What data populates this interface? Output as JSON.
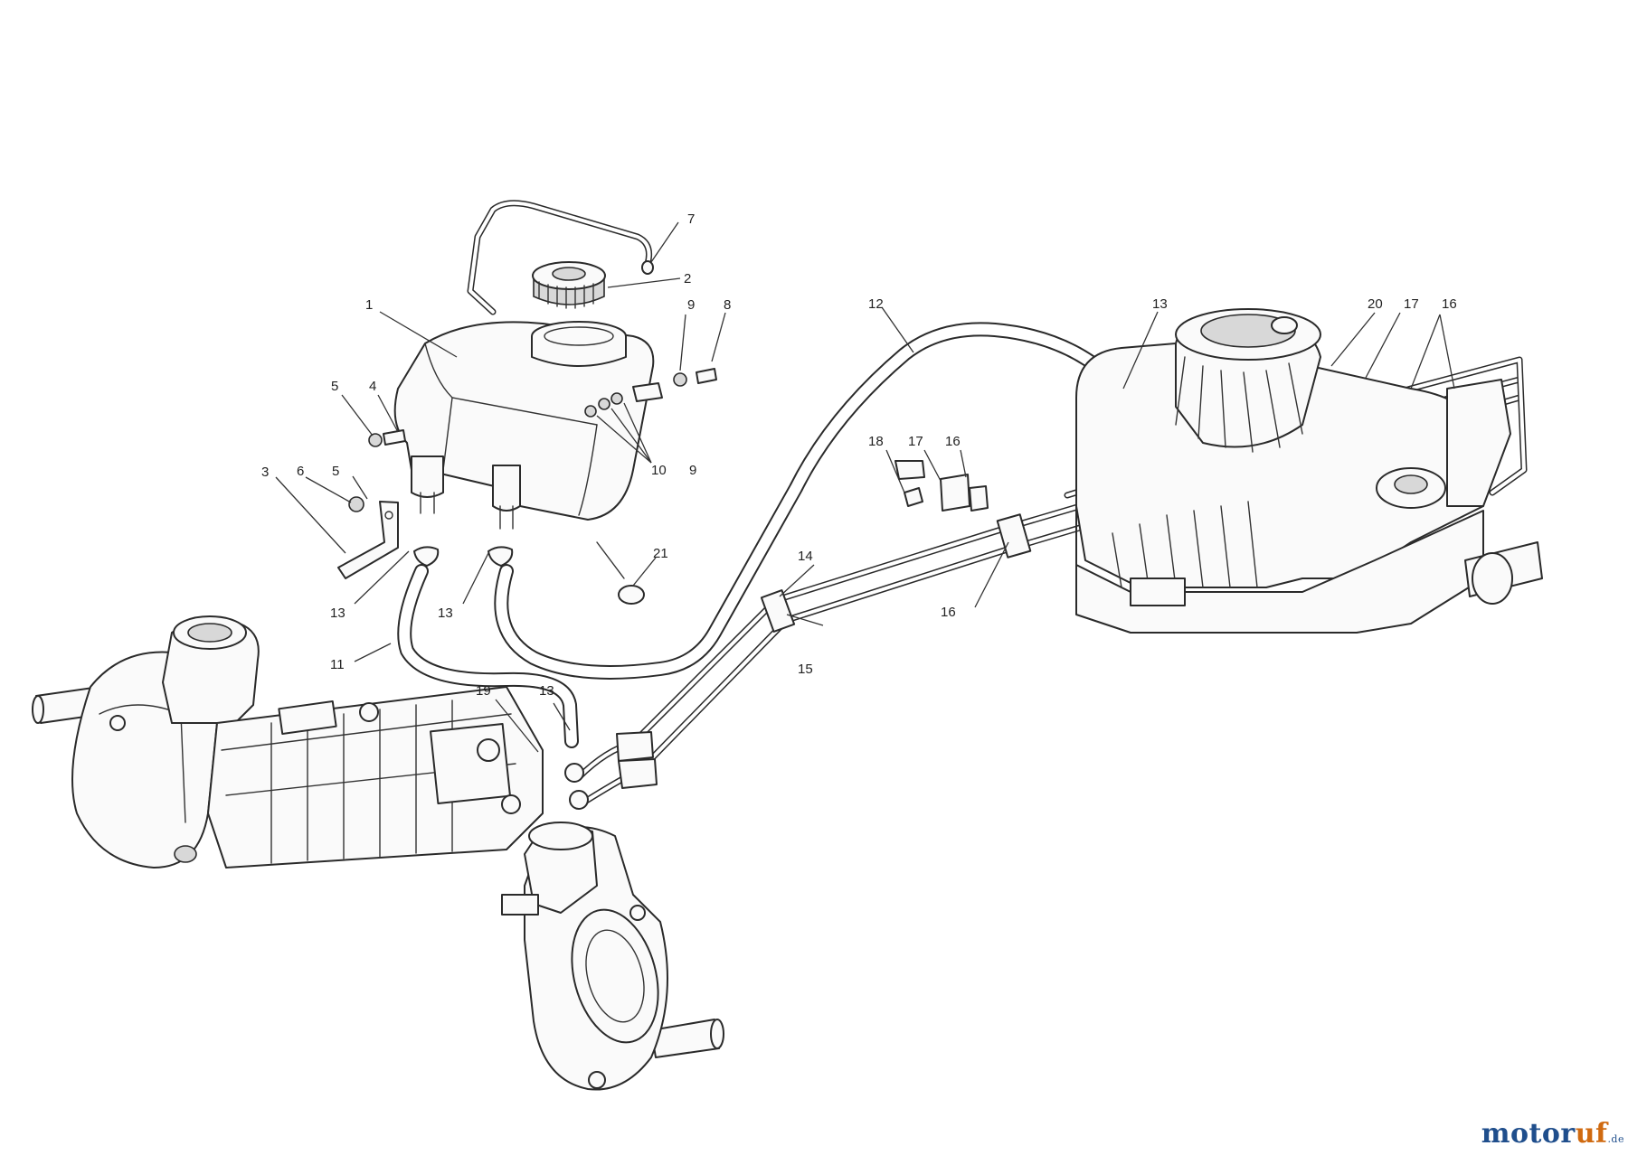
{
  "callouts": [
    {
      "id": "c1",
      "text": "1"
    },
    {
      "id": "c2",
      "text": "2"
    },
    {
      "id": "c3",
      "text": "3"
    },
    {
      "id": "c4",
      "text": "4"
    },
    {
      "id": "c5a",
      "text": "5"
    },
    {
      "id": "c5b",
      "text": "5"
    },
    {
      "id": "c6",
      "text": "6"
    },
    {
      "id": "c7",
      "text": "7"
    },
    {
      "id": "c8",
      "text": "8"
    },
    {
      "id": "c9a",
      "text": "9"
    },
    {
      "id": "c9b",
      "text": "9"
    },
    {
      "id": "c10",
      "text": "10"
    },
    {
      "id": "c11",
      "text": "11"
    },
    {
      "id": "c12",
      "text": "12"
    },
    {
      "id": "c13a",
      "text": "13"
    },
    {
      "id": "c13b",
      "text": "13"
    },
    {
      "id": "c13c",
      "text": "13"
    },
    {
      "id": "c13d",
      "text": "13"
    },
    {
      "id": "c14",
      "text": "14"
    },
    {
      "id": "c15",
      "text": "15"
    },
    {
      "id": "c16a",
      "text": "16"
    },
    {
      "id": "c16b",
      "text": "16"
    },
    {
      "id": "c16c",
      "text": "16"
    },
    {
      "id": "c17a",
      "text": "17"
    },
    {
      "id": "c17b",
      "text": "17"
    },
    {
      "id": "c18",
      "text": "18"
    },
    {
      "id": "c19",
      "text": "19"
    },
    {
      "id": "c20",
      "text": "20"
    },
    {
      "id": "c21",
      "text": "21"
    }
  ],
  "watermark": {
    "brand_a": "motor",
    "brand_b": "uf",
    "tld": ".de"
  }
}
